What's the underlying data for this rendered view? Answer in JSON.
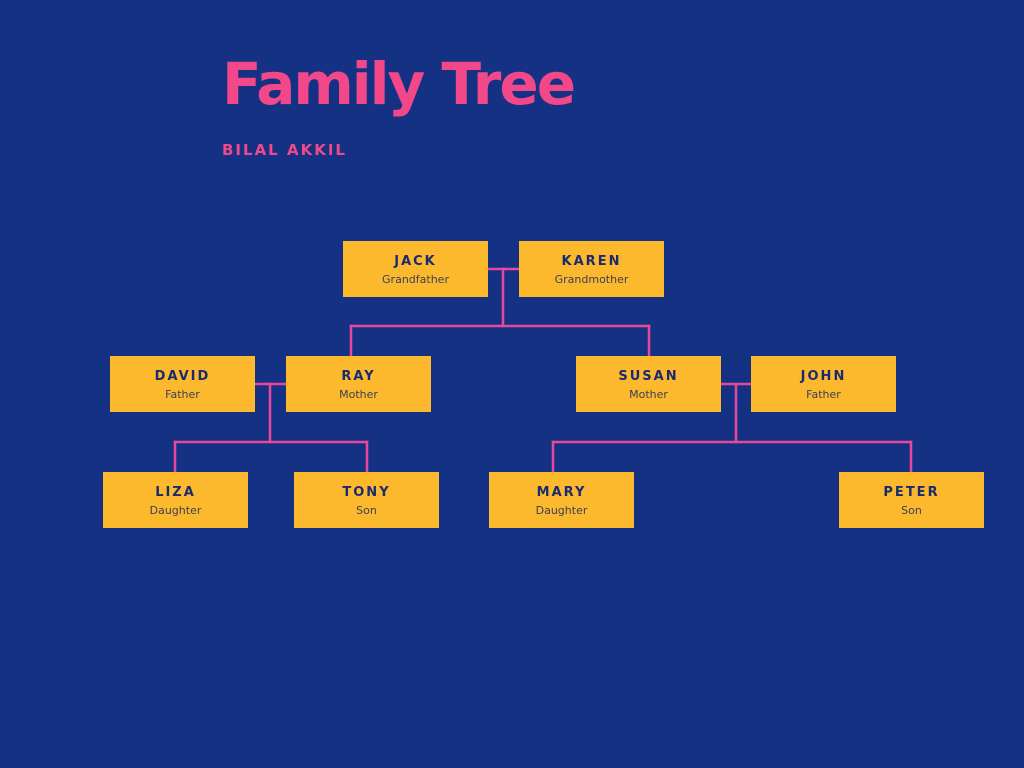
{
  "header": {
    "title": "Family Tree",
    "author": "BILAL AKKIL"
  },
  "colors": {
    "background": "#143184",
    "accent": "#f2488a",
    "node_fill": "#fdb92e",
    "connector": "#e8489a"
  },
  "people": {
    "jack": {
      "name": "JACK",
      "role": "Grandfather"
    },
    "karen": {
      "name": "KAREN",
      "role": "Grandmother"
    },
    "david": {
      "name": "DAVID",
      "role": "Father"
    },
    "ray": {
      "name": "RAY",
      "role": "Mother"
    },
    "susan": {
      "name": "SUSAN",
      "role": "Mother"
    },
    "john": {
      "name": "JOHN",
      "role": "Father"
    },
    "liza": {
      "name": "LIZA",
      "role": "Daughter"
    },
    "tony": {
      "name": "TONY",
      "role": "Son"
    },
    "mary": {
      "name": "MARY",
      "role": "Daughter"
    },
    "peter": {
      "name": "PETER",
      "role": "Son"
    }
  }
}
